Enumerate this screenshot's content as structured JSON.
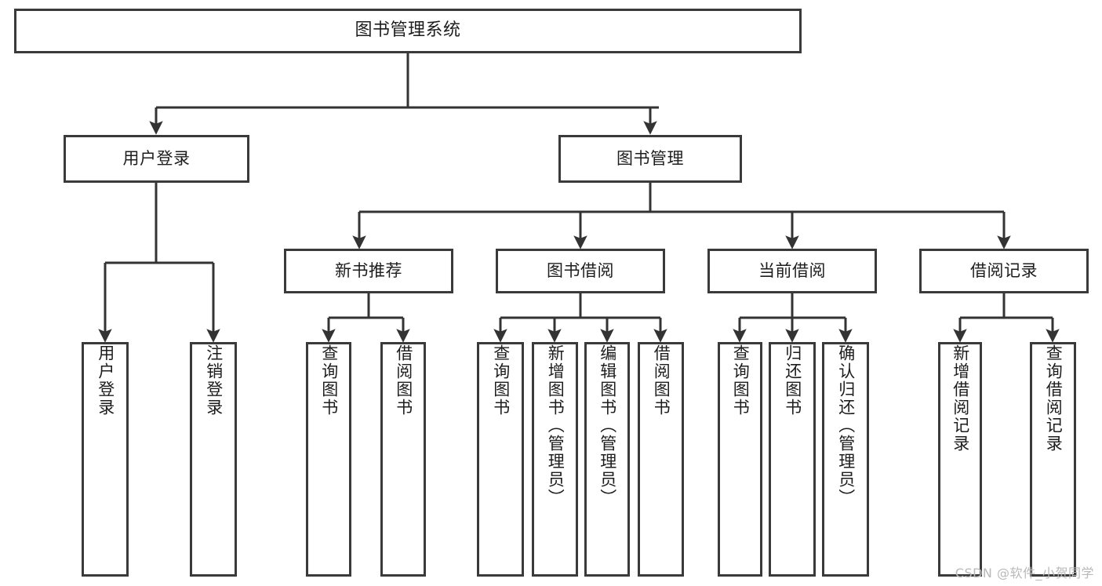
{
  "diagram": {
    "title": "图书管理系统",
    "type": "tree-hierarchy-diagram",
    "colors": {
      "border": "#3a3a3a",
      "background": "#ffffff",
      "text": "#1d1d1d",
      "edge": "#333333",
      "watermark": "#b9b9b9"
    },
    "nodes": {
      "root": {
        "label": "图书管理系统",
        "orientation": "horizontal"
      },
      "level1": [
        {
          "label": "用户登录",
          "orientation": "horizontal"
        },
        {
          "label": "图书管理",
          "orientation": "horizontal"
        }
      ],
      "level2": [
        {
          "label": "新书推荐",
          "orientation": "horizontal"
        },
        {
          "label": "图书借阅",
          "orientation": "horizontal"
        },
        {
          "label": "当前借阅",
          "orientation": "horizontal"
        },
        {
          "label": "借阅记录",
          "orientation": "horizontal"
        }
      ],
      "leaves": {
        "user_login": [
          {
            "label": "用户登录",
            "orientation": "vertical"
          },
          {
            "label": "注销登录",
            "orientation": "vertical"
          }
        ],
        "new_book_recommend": [
          {
            "label": "查询图书",
            "orientation": "vertical"
          },
          {
            "label": "借阅图书",
            "orientation": "vertical"
          }
        ],
        "book_borrow": [
          {
            "label": "查询图书",
            "orientation": "vertical"
          },
          {
            "label": "新增图书（管理员）",
            "orientation": "vertical"
          },
          {
            "label": "编辑图书（管理员）",
            "orientation": "vertical"
          },
          {
            "label": "借阅图书",
            "orientation": "vertical"
          }
        ],
        "current_borrow": [
          {
            "label": "查询图书",
            "orientation": "vertical"
          },
          {
            "label": "归还图书",
            "orientation": "vertical"
          },
          {
            "label": "确认归还（管理员）",
            "orientation": "vertical"
          }
        ],
        "borrow_record": [
          {
            "label": "新增借阅记录",
            "orientation": "vertical"
          },
          {
            "label": "查询借阅记录",
            "orientation": "vertical"
          }
        ]
      }
    },
    "watermark": "CSDN @软件_小贺同学"
  }
}
